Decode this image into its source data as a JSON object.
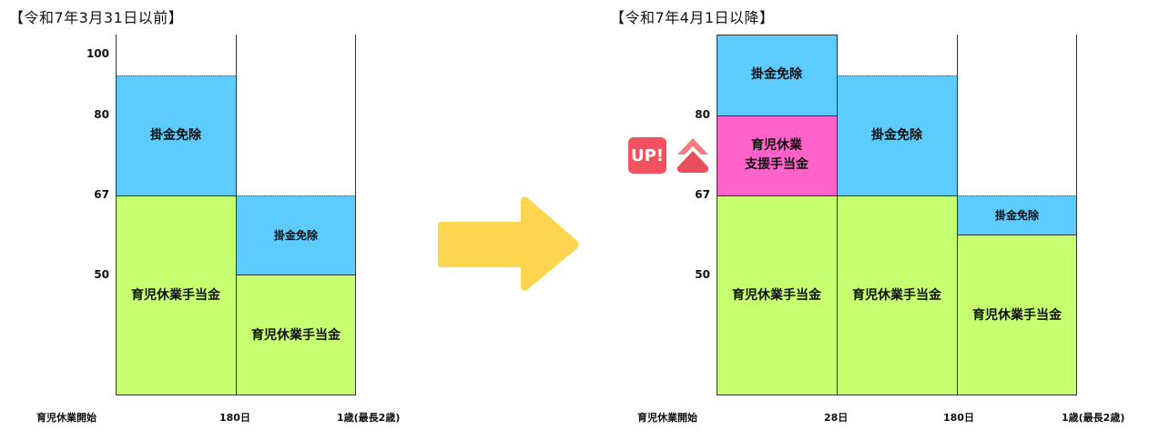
{
  "left": {
    "title": "【令和7年3月31日以前】",
    "y_ticks": [
      "100",
      "80",
      "67",
      "50"
    ],
    "x_ticks": [
      "育児休業開始",
      "180日",
      "1歳(最長2歳)"
    ],
    "col1": {
      "top_label": "掛金免除",
      "bottom_label": "育児休業手当金"
    },
    "col2": {
      "top_label": "掛金免除",
      "bottom_label": "育児休業手当金"
    }
  },
  "right": {
    "title": "【令和7年4月1日以降】",
    "y_ticks": [
      "80",
      "67",
      "50"
    ],
    "x_ticks": [
      "育児休業開始",
      "28日",
      "180日",
      "1歳(最長2歳)"
    ],
    "col1": {
      "top_label": "掛金免除",
      "mid_label_line1": "育児休業",
      "mid_label_line2": "支援手当金",
      "bottom_label": "育児休業手当金"
    },
    "col2": {
      "top_label": "掛金免除",
      "bottom_label": "育児休業手当金"
    },
    "col3": {
      "top_label": "掛金免除",
      "bottom_label": "育児休業手当金"
    }
  },
  "badge": {
    "text": "UP!"
  },
  "colors": {
    "green": "#c6ff70",
    "blue": "#5ccbfd",
    "pink": "#ff63c9",
    "arrow": "#fdd54e",
    "badge": "#f2525e"
  }
}
